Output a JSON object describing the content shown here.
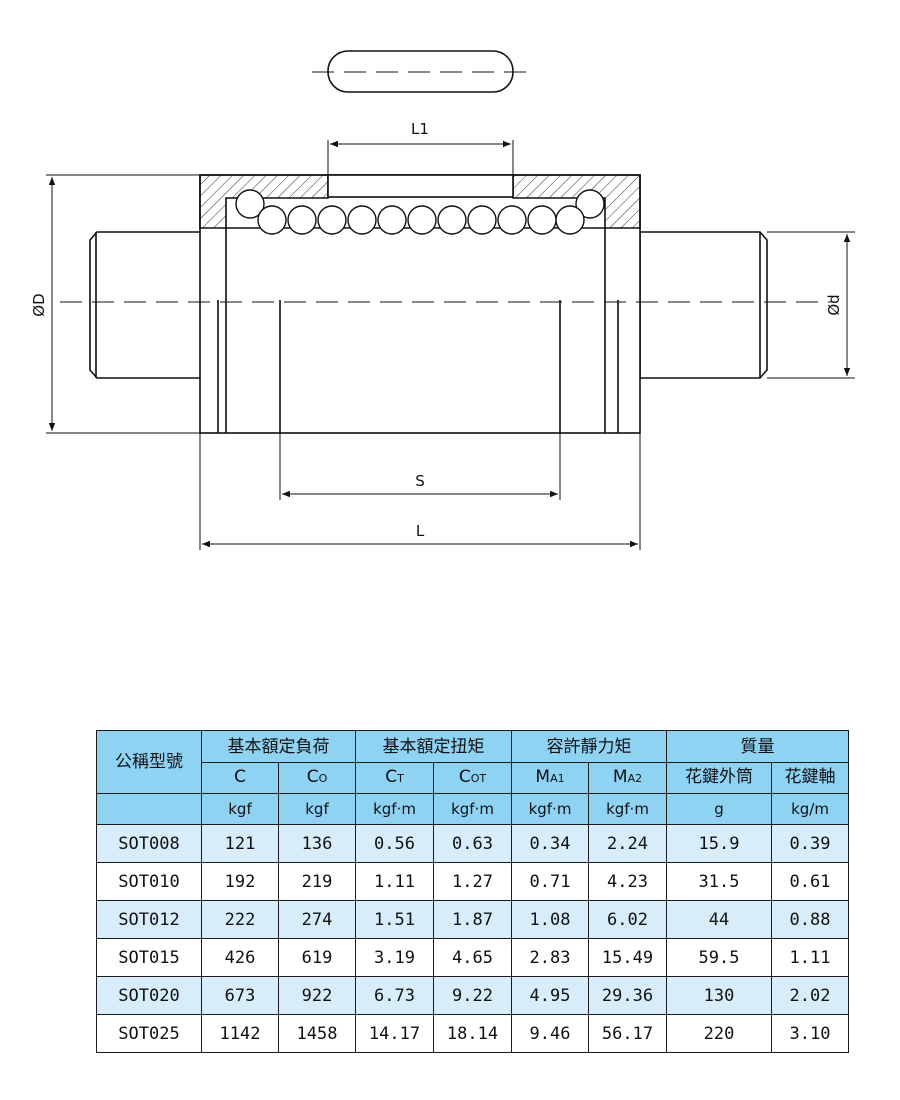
{
  "drawing": {
    "labels": {
      "L1": "L1",
      "D": "ØD",
      "d": "Ød",
      "S": "S",
      "L": "L"
    }
  },
  "table": {
    "model_header": "公稱型號",
    "groups": [
      {
        "label": "基本額定負荷"
      },
      {
        "label": "基本額定扭矩"
      },
      {
        "label": "容許靜力矩"
      },
      {
        "label": "質量"
      }
    ],
    "columns": [
      {
        "main": "C",
        "sub": ""
      },
      {
        "main": "C",
        "sub": "O"
      },
      {
        "main": "C",
        "sub": "T"
      },
      {
        "main": "C",
        "sub": "OT"
      },
      {
        "main": "M",
        "sub": "A1"
      },
      {
        "main": "M",
        "sub": "A2"
      },
      {
        "main": "花鍵外筒",
        "sub": ""
      },
      {
        "main": "花鍵軸",
        "sub": ""
      }
    ],
    "units": [
      "kgf",
      "kgf",
      "kgf·m",
      "kgf·m",
      "kgf·m",
      "kgf·m",
      "g",
      "kg/m"
    ],
    "rows": [
      {
        "model": "SOT008",
        "values": [
          "121",
          "136",
          "0.56",
          "0.63",
          "0.34",
          "2.24",
          "15.9",
          "0.39"
        ]
      },
      {
        "model": "SOT010",
        "values": [
          "192",
          "219",
          "1.11",
          "1.27",
          "0.71",
          "4.23",
          "31.5",
          "0.61"
        ]
      },
      {
        "model": "SOT012",
        "values": [
          "222",
          "274",
          "1.51",
          "1.87",
          "1.08",
          "6.02",
          "44",
          "0.88"
        ]
      },
      {
        "model": "SOT015",
        "values": [
          "426",
          "619",
          "3.19",
          "4.65",
          "2.83",
          "15.49",
          "59.5",
          "1.11"
        ]
      },
      {
        "model": "SOT020",
        "values": [
          "673",
          "922",
          "6.73",
          "9.22",
          "4.95",
          "29.36",
          "130",
          "2.02"
        ]
      },
      {
        "model": "SOT025",
        "values": [
          "1142",
          "1458",
          "14.17",
          "18.14",
          "9.46",
          "56.17",
          "220",
          "3.10"
        ]
      }
    ],
    "colors": {
      "header": "#8fd3f3",
      "row_shade": "#d7eefa"
    }
  }
}
